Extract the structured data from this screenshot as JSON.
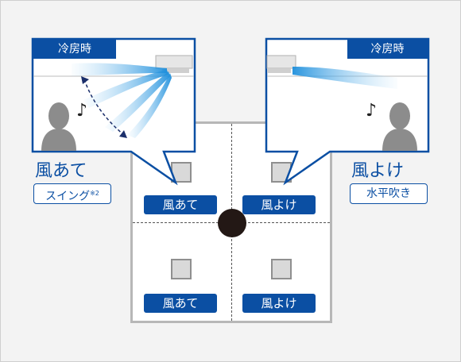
{
  "left_panel": {
    "tab_label": "冷房時",
    "mode_title": "風あて",
    "mode_pill": "スイング",
    "pill_note": "※2"
  },
  "right_panel": {
    "tab_label": "冷房時",
    "mode_title": "風よけ",
    "mode_pill": "水平吹き"
  },
  "room": {
    "buttons": [
      "風あて",
      "風よけ",
      "風あて",
      "風よけ"
    ]
  },
  "colors": {
    "accent": "#0b4fa3",
    "airflow": "#2a9fe3"
  }
}
